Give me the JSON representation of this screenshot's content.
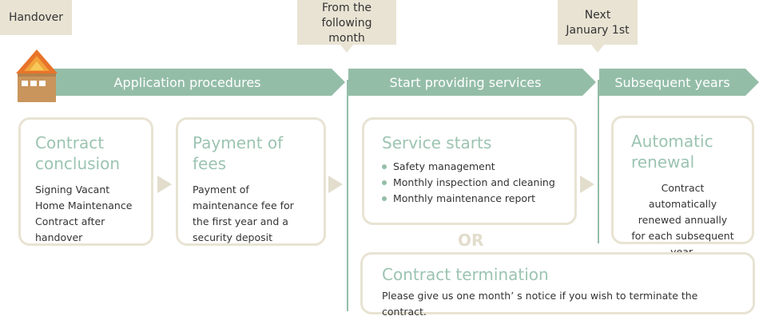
{
  "markers": {
    "handover": "Handover",
    "following_month": "From the following month",
    "next_january": "Next January 1st"
  },
  "phases": {
    "application": "Application procedures",
    "start_services": "Start providing services",
    "subsequent": "Subsequent years"
  },
  "steps": {
    "contract": {
      "title": "Contract conclusion",
      "text": "Signing Vacant Home Maintenance Contract after handover"
    },
    "payment": {
      "title": "Payment of fees",
      "text": "Payment of maintenance fee for the first year and a security deposit"
    },
    "service": {
      "title": "Service starts",
      "bullets": [
        "Safety management",
        "Monthly inspection and cleaning",
        "Monthly maintenance report"
      ]
    },
    "renewal": {
      "title": "Automatic renewal",
      "text": "Contract automatically renewed annually for each subsequent year."
    },
    "termination": {
      "title": "Contract termination",
      "text": "Please give us one month’ s notice if you wish to terminate the contract."
    }
  },
  "or_label": "OR",
  "icons": [
    "house-icon"
  ],
  "colors": {
    "phase_green": "#94bda8",
    "title_green": "#9cc4b1",
    "beige": "#e8e3d3",
    "roof_orange": "#e8742a",
    "house_tan": "#c9955c"
  }
}
